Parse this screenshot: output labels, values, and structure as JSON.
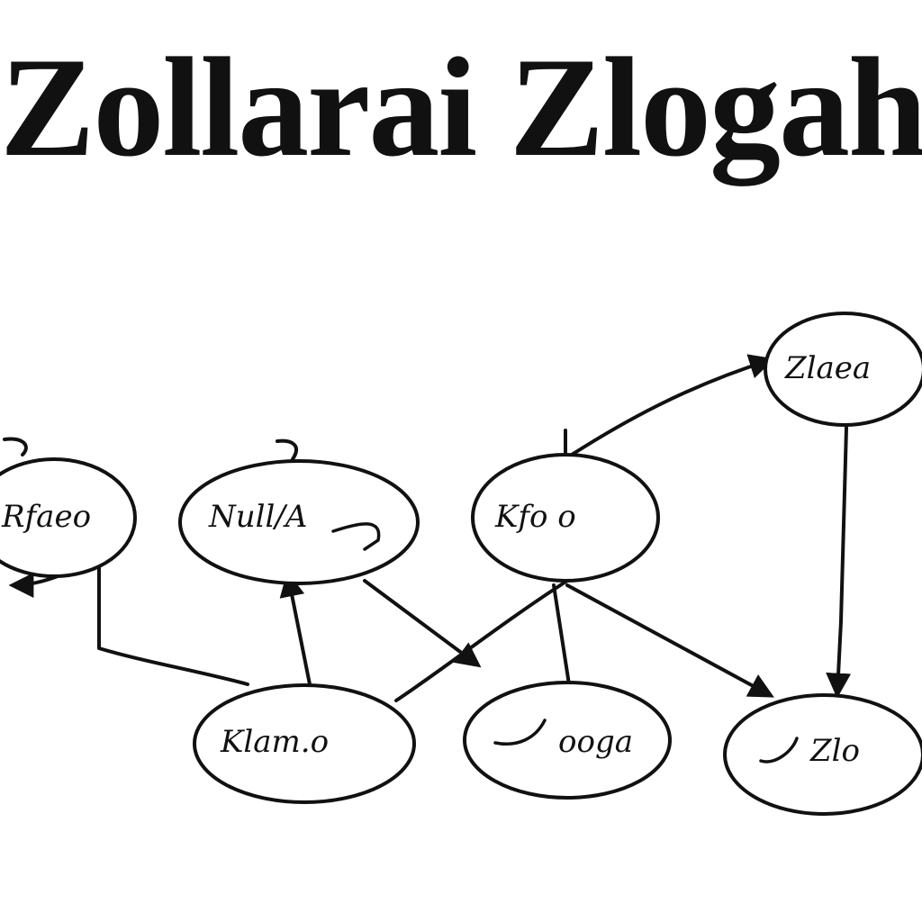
{
  "diagram": {
    "title": "Zollarai Zlogah",
    "nodes": [
      {
        "id": "n1",
        "label": "Rfaeo"
      },
      {
        "id": "n2",
        "label": "Null/A"
      },
      {
        "id": "n3",
        "label": "Kfo o"
      },
      {
        "id": "n4",
        "label": "Zlaea"
      },
      {
        "id": "n5",
        "label": "Klam.o"
      },
      {
        "id": "n6",
        "label": "ooga"
      },
      {
        "id": "n7",
        "label": "Zlo"
      }
    ],
    "edges": [
      {
        "from": "n3",
        "to": "n4"
      },
      {
        "from": "n4",
        "to": "n7"
      },
      {
        "from": "n1",
        "to": "n5"
      },
      {
        "from": "n5",
        "to": "n2"
      },
      {
        "from": "n2",
        "to": "n6"
      },
      {
        "from": "n5",
        "to": "n3"
      },
      {
        "from": "n3",
        "to": "n6"
      },
      {
        "from": "n3",
        "to": "n7"
      }
    ]
  }
}
